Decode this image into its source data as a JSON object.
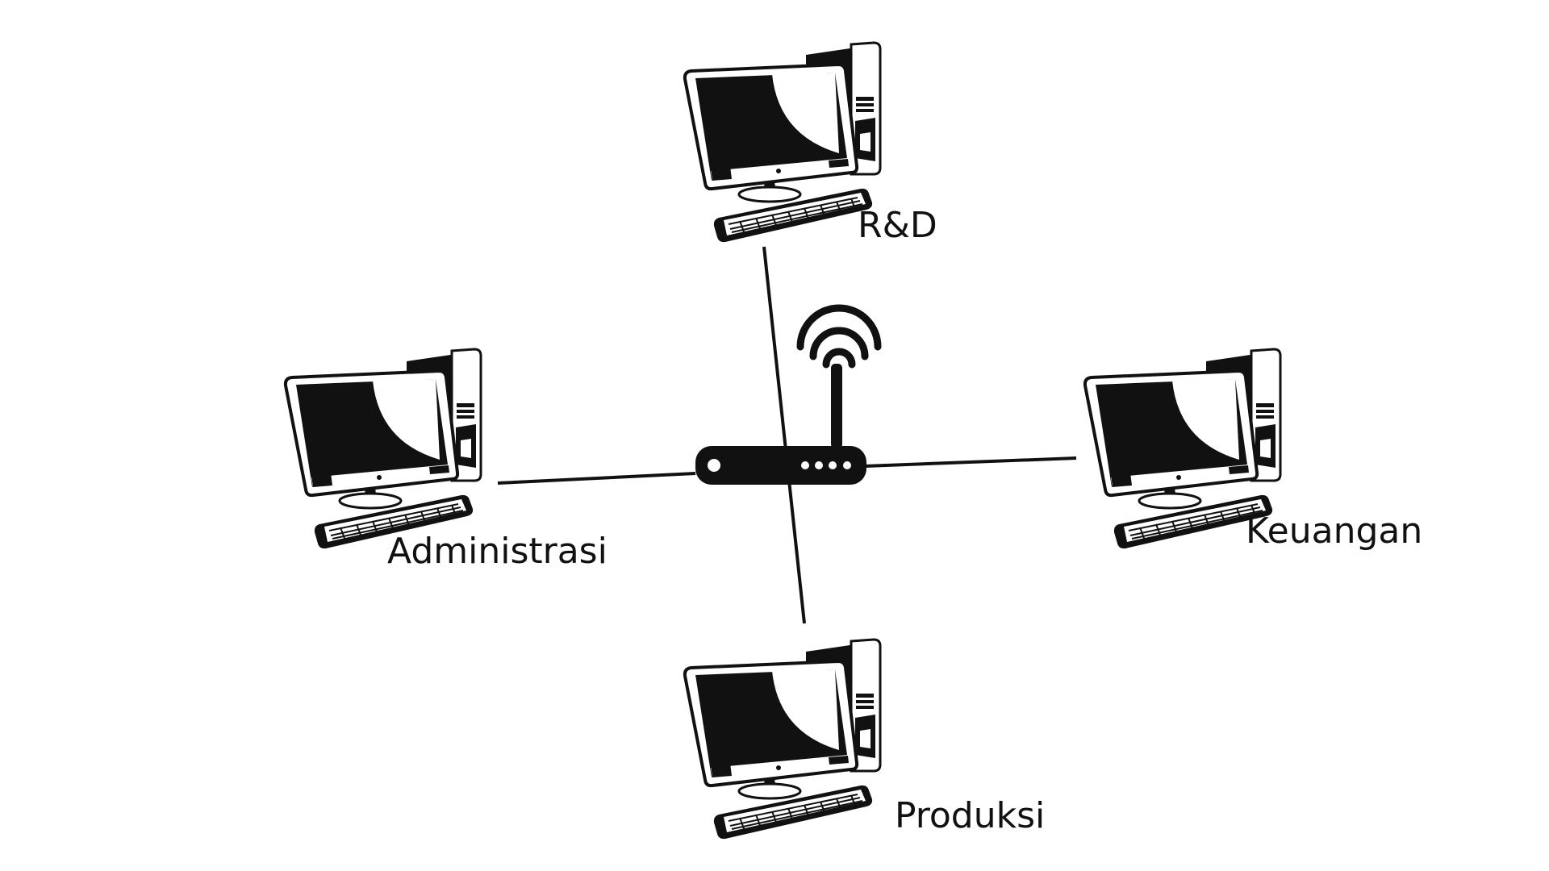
{
  "diagram": {
    "router": {
      "name": "wifi-router-icon"
    },
    "nodes": [
      {
        "id": "rd",
        "label": "R&D",
        "icon": "desktop-computer-icon"
      },
      {
        "id": "administrasi",
        "label": "Administrasi",
        "icon": "desktop-computer-icon"
      },
      {
        "id": "keuangan",
        "label": "Keuangan",
        "icon": "desktop-computer-icon"
      },
      {
        "id": "produksi",
        "label": "Produksi",
        "icon": "desktop-computer-icon"
      }
    ],
    "colors": {
      "ink": "#111111",
      "background": "#ffffff"
    }
  }
}
